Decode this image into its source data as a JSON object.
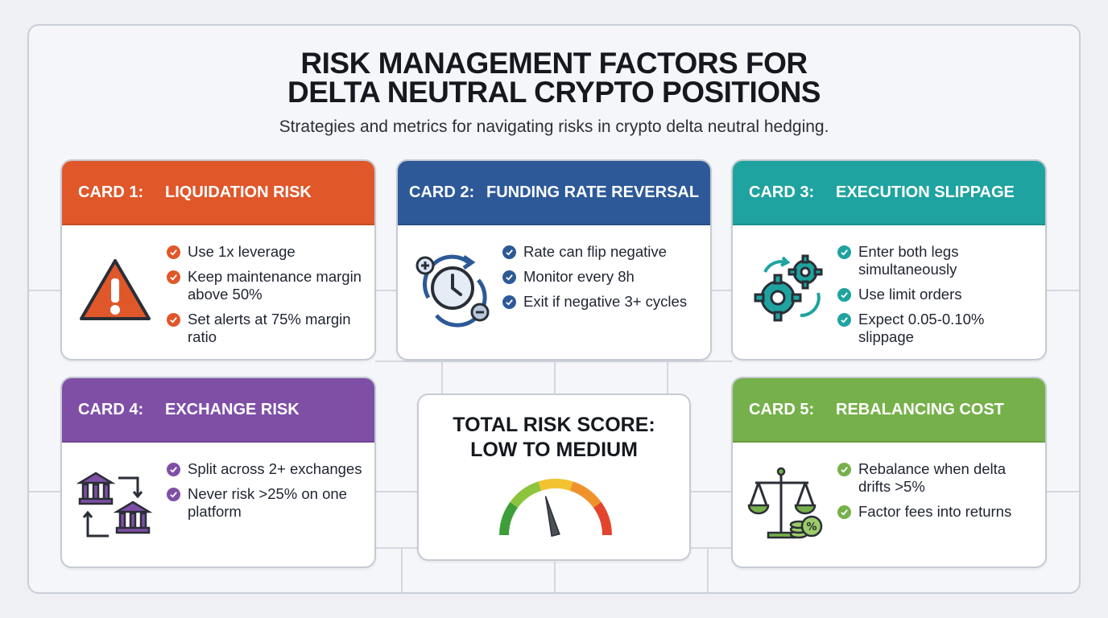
{
  "header": {
    "title_line1": "RISK MANAGEMENT FACTORS FOR",
    "title_line2": "DELTA NEUTRAL CRYPTO POSITIONS",
    "subtitle": "Strategies and metrics for navigating risks in crypto delta neutral hedging."
  },
  "cards": [
    {
      "number": "CARD 1:",
      "title": "LIQUIDATION RISK",
      "color": "#e0572a",
      "icon": "warning-triangle-icon",
      "bullets": [
        "Use 1x leverage",
        "Keep maintenance margin above 50%",
        "Set alerts at 75% margin ratio"
      ]
    },
    {
      "number": "CARD 2:",
      "title": "FUNDING RATE REVERSAL",
      "color": "#2d5998",
      "icon": "clock-cycle-icon",
      "bullets": [
        "Rate can flip negative",
        "Monitor every 8h",
        "Exit if negative 3+ cycles"
      ]
    },
    {
      "number": "CARD 3:",
      "title": "EXECUTION SLIPPAGE",
      "color": "#1fa3a0",
      "icon": "gears-icon",
      "bullets": [
        "Enter both legs simultaneously",
        "Use limit orders",
        "Expect 0.05-0.10% slippage"
      ]
    },
    {
      "number": "CARD 4:",
      "title": "EXCHANGE RISK",
      "color": "#7f4fa6",
      "icon": "exchanges-icon",
      "bullets": [
        "Split across 2+ exchanges",
        "Never risk >25% on one platform"
      ]
    },
    {
      "number": "CARD 5:",
      "title": "REBALANCING COST",
      "color": "#76b04a",
      "icon": "scale-coins-icon",
      "bullets": [
        "Rebalance when delta drifts >5%",
        "Factor fees into returns"
      ]
    }
  ],
  "score": {
    "title_line1": "TOTAL RISK SCORE:",
    "title_line2": "LOW TO MEDIUM",
    "icon": "gauge-icon",
    "gauge_level": 0.42,
    "gauge_colors": [
      "#3e9e3a",
      "#8cc43c",
      "#f2c230",
      "#f0922b",
      "#e2452c"
    ]
  }
}
